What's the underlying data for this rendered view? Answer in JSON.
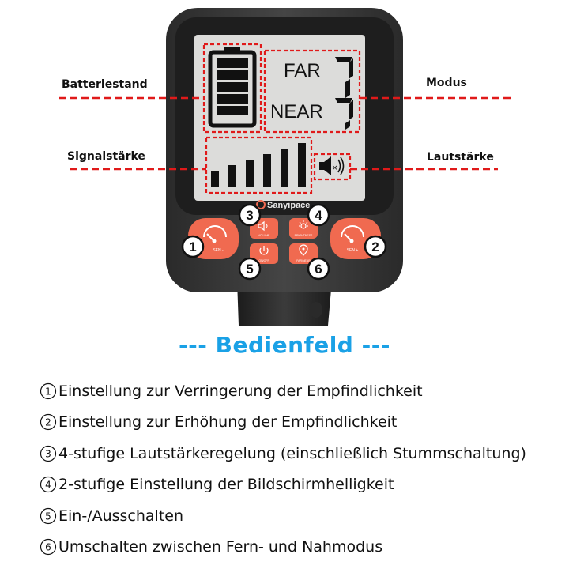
{
  "device": {
    "display": {
      "mode_far": "FAR",
      "mode_near": "NEAR",
      "mode_digit_far": "7",
      "mode_digit_near": "7",
      "battery_bars": 5,
      "signal_bars": 6
    },
    "brand": "Sanyipace",
    "button_labels": {
      "sens_minus": "SEN -",
      "sens_plus": "SEN +",
      "volume": "VOLUME",
      "brightness": "BRIGHTNESS",
      "power": "ON/OFF",
      "mode": "FAR/NEAR"
    },
    "badges": [
      "1",
      "2",
      "3",
      "4",
      "5",
      "6"
    ]
  },
  "callouts": {
    "battery": "Batteriestand",
    "mode": "Modus",
    "signal": "Signalstärke",
    "volume": "Lautstärke"
  },
  "colors": {
    "accent_blue": "#1aa1e6",
    "button_red": "#f06a50",
    "callout_red": "#e01a1a",
    "lcd_bg": "#dcdcda",
    "device_body": "#3a3a3a"
  },
  "heading": "--- Bedienfeld ---",
  "items": [
    {
      "num": "1",
      "text": "Einstellung zur Verringerung der Empfindlichkeit"
    },
    {
      "num": "2",
      "text": "Einstellung zur Erhöhung der Empfindlichkeit"
    },
    {
      "num": "3",
      "text": "4-stufige Lautstärkeregelung (einschließlich Stummschaltung)"
    },
    {
      "num": "4",
      "text": "2-stufige Einstellung der Bildschirmhelligkeit"
    },
    {
      "num": "5",
      "text": "Ein-/Ausschalten"
    },
    {
      "num": "6",
      "text": "Umschalten zwischen Fern- und Nahmodus"
    }
  ]
}
